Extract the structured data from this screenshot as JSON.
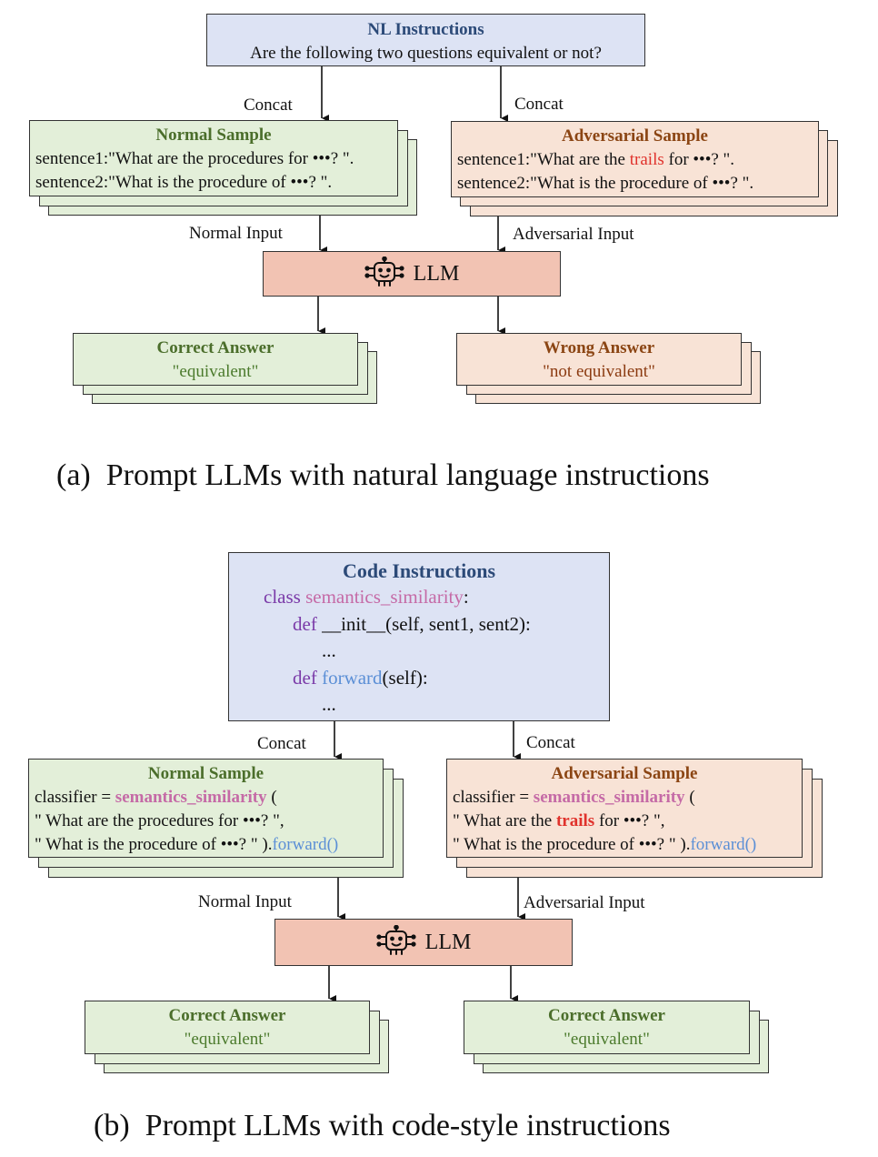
{
  "part_a": {
    "instructions": {
      "title": "NL Instructions",
      "text": "Are the following two questions equivalent or not?"
    },
    "concat_left": "Concat",
    "concat_right": "Concat",
    "normal_sample": {
      "title": "Normal Sample",
      "line1": "sentence1:\"What are the procedures for •••? \".",
      "line2": "sentence2:\"What is the procedure of •••? \"."
    },
    "adversarial_sample": {
      "title": "Adversarial Sample",
      "line1_pre": "sentence1:\"What are the ",
      "line1_word": "trails",
      "line1_post": " for •••? \".",
      "line2": "sentence2:\"What is the procedure of •••? \"."
    },
    "normal_input": "Normal Input",
    "adversarial_input": "Adversarial Input",
    "llm": "LLM",
    "left_answer": {
      "title": "Correct Answer",
      "value": "\"equivalent\""
    },
    "right_answer": {
      "title": "Wrong Answer",
      "value": "\"not equivalent\""
    },
    "caption_tag": "(a)",
    "caption": "Prompt LLMs with natural language instructions"
  },
  "part_b": {
    "instructions": {
      "title": "Code Instructions",
      "l1_kw": "class",
      "l1_cls": "semantics_similarity",
      "l1_end": ":",
      "l2_kw": "def",
      "l2_rest": "__init__(self, sent1, sent2):",
      "l3": "...",
      "l4_kw": "def",
      "l4_fn": "forward",
      "l4_rest": "(self):",
      "l5": "..."
    },
    "concat_left": "Concat",
    "concat_right": "Concat",
    "normal_sample": {
      "title": "Normal Sample",
      "l1_pre": "classifier = ",
      "l1_cls": "semantics_similarity",
      "l1_post": " (",
      "l2": "\" What are the procedures for •••? \",",
      "l3_pre": "\" What is the procedure of •••? \" ).",
      "l3_fn": "forward()"
    },
    "adversarial_sample": {
      "title": "Adversarial Sample",
      "l1_pre": "classifier = ",
      "l1_cls": "semantics_similarity",
      "l1_post": " (",
      "l2_pre": "\" What are the ",
      "l2_word": "trails",
      "l2_post": " for •••? \",",
      "l3_pre": "\" What is the procedure of •••? \" ).",
      "l3_fn": "forward()"
    },
    "normal_input": "Normal Input",
    "adversarial_input": "Adversarial Input",
    "llm": "LLM",
    "left_answer": {
      "title": "Correct Answer",
      "value": "\"equivalent\""
    },
    "right_answer": {
      "title": "Correct Answer",
      "value": "\"equivalent\""
    },
    "caption_tag": "(b)",
    "caption": "Prompt LLMs with code-style instructions"
  },
  "icons": {
    "llm_icon": "robot-icon"
  }
}
